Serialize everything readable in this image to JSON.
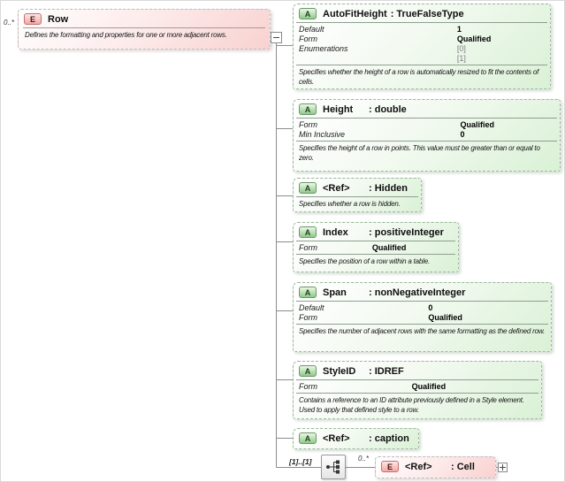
{
  "colors": {
    "attribute_accent": "#8fca8b",
    "element_accent": "#f3a8a4",
    "connector": "#8c8c8c"
  },
  "icons": {
    "collapse_toggle": "minus-icon",
    "expand_toggle": "plus-icon",
    "compositor": "sequence-icon"
  },
  "root": {
    "cardinality": "0..*",
    "badge": "E",
    "name": "Row",
    "description": "Defines the formatting and properties for one or more adjacent rows."
  },
  "attributes": [
    {
      "badge": "A",
      "name": "AutoFitHeight",
      "type": ": TrueFalseType",
      "details": [
        {
          "label": "Default",
          "value": "1"
        },
        {
          "label": "Form",
          "value": "Qualified"
        },
        {
          "label": "Enumerations",
          "value": "[0]"
        },
        {
          "label": "",
          "value": "[1]"
        }
      ],
      "description": "Specifies whether the height of a row is automatically resized to fit the contents of cells."
    },
    {
      "badge": "A",
      "name": "Height",
      "type": ": double",
      "details": [
        {
          "label": "Form",
          "value": "Qualified"
        },
        {
          "label": "Min Inclusive",
          "value": "0"
        }
      ],
      "description": "Specifies the height of a row in points. This value must be greater than or equal to zero."
    },
    {
      "badge": "A",
      "name": "<Ref>",
      "type": ": Hidden",
      "details": [],
      "description": "Specifies whether a row is hidden."
    },
    {
      "badge": "A",
      "name": "Index",
      "type": ": positiveInteger",
      "details": [
        {
          "label": "Form",
          "value": "Qualified"
        }
      ],
      "description": "Specifies the position of a row within a table."
    },
    {
      "badge": "A",
      "name": "Span",
      "type": ": nonNegativeInteger",
      "details": [
        {
          "label": "Default",
          "value": "0"
        },
        {
          "label": "Form",
          "value": "Qualified"
        }
      ],
      "description": "Specifies the number of adjacent rows with the same formatting as the defined row."
    },
    {
      "badge": "A",
      "name": "StyleID",
      "type": ": IDREF",
      "details": [
        {
          "label": "Form",
          "value": "Qualified"
        }
      ],
      "description": "Contains a reference to an ID attribute previously defined in a Style element. Used to apply that defined style to a row."
    },
    {
      "badge": "A",
      "name": "<Ref>",
      "type": ": caption",
      "details": [],
      "description": ""
    }
  ],
  "child_group": {
    "occurrence": "[1]..[1]",
    "cardinality": "0..*",
    "element": {
      "badge": "E",
      "name": "<Ref>",
      "type": ": Cell"
    }
  }
}
